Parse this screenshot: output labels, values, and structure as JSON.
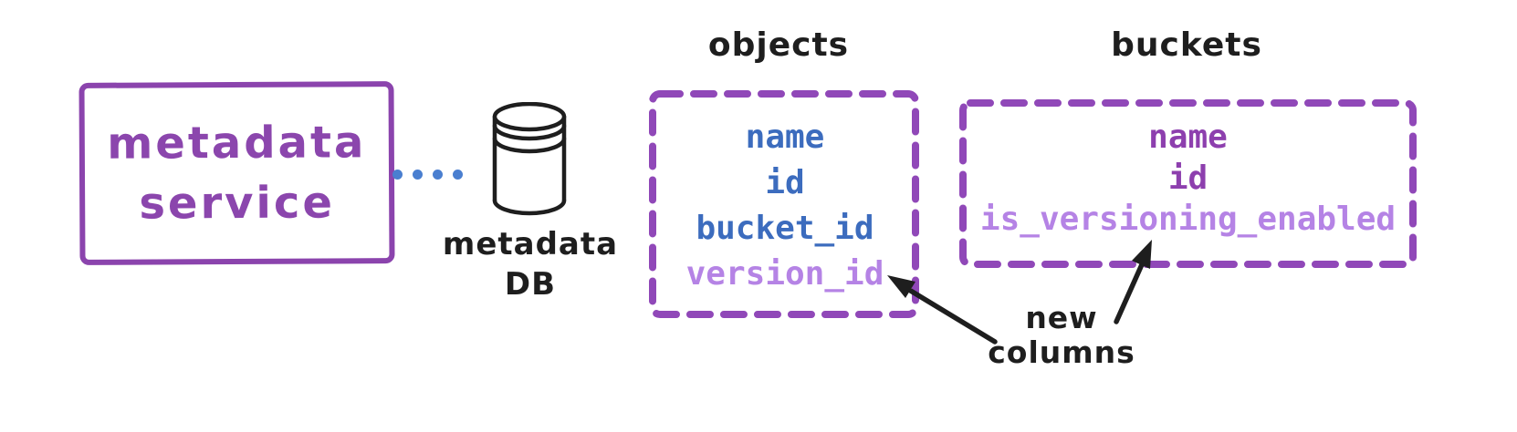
{
  "diagram": {
    "service_box": {
      "line1": "metadata",
      "line2": "service"
    },
    "db": {
      "label_line1": "metadata",
      "label_line2": "DB"
    },
    "objects_table": {
      "title": "objects",
      "columns": [
        {
          "name": "name",
          "is_new": false
        },
        {
          "name": "id",
          "is_new": false
        },
        {
          "name": "bucket_id",
          "is_new": false
        },
        {
          "name": "version_id",
          "is_new": true
        }
      ]
    },
    "buckets_table": {
      "title": "buckets",
      "columns": [
        {
          "name": "name",
          "is_new": false
        },
        {
          "name": "id",
          "is_new": false
        },
        {
          "name": "is_versioning_enabled",
          "is_new": true
        }
      ]
    },
    "annotation": {
      "line1": "new",
      "line2": "columns"
    },
    "icons": [
      "database-cylinder-icon",
      "arrow-icon",
      "dotted-connector"
    ],
    "colors": {
      "solid_box_purple": "#8b44ad",
      "dashed_border_purple": "#9048b8",
      "existing_column_blue": "#3c6cbe",
      "bucket_column_purple": "#8d3fae",
      "new_column_light_purple": "#b583e5",
      "connector_blue": "#4a7fd0",
      "ink_black": "#1e1e1e"
    }
  }
}
